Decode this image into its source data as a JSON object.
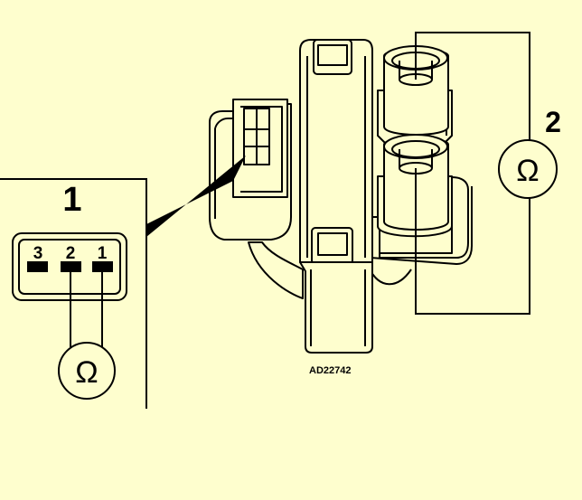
{
  "colors": {
    "background": "#fefece",
    "line": "#000000"
  },
  "callouts": {
    "connector_test": "1",
    "output_test": "2"
  },
  "connector_pins": {
    "pin3": "3",
    "pin2": "2",
    "pin1": "1"
  },
  "ohmmeter": {
    "symbol": "Ω",
    "icon": "ohmmeter-icon"
  },
  "figure_code": "AD22742"
}
